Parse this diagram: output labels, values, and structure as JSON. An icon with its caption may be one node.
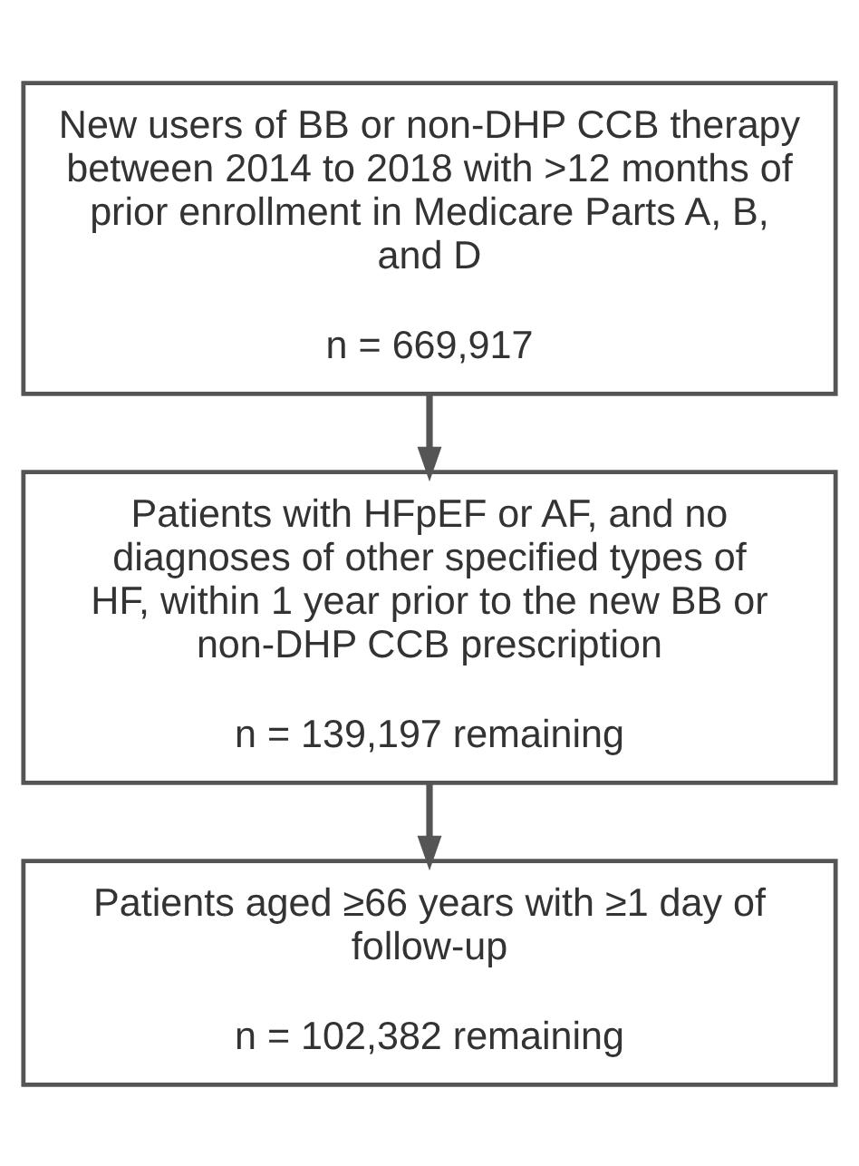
{
  "diagram": {
    "nodes": [
      {
        "text": [
          "New users of BB or non-DHP CCB therapy between 2014 to 2018 with >12 months of prior enrollment in Medicare Parts A, B, and D",
          "n = 669,917"
        ]
      },
      {
        "text": [
          "Patients with HFpEF or AF, and no diagnoses of other specified types of HF, within 1 year prior to the new BB or non-DHP CCB prescription",
          "n = 139,197 remaining"
        ]
      },
      {
        "text": [
          "Patients aged ≥66 years with ≥1 day of follow-up",
          "n = 102,382 remaining"
        ]
      }
    ],
    "edges": [
      {
        "from": 0,
        "to": 1,
        "arrow": "to"
      },
      {
        "from": 1,
        "to": 2,
        "arrow": "to"
      }
    ]
  }
}
